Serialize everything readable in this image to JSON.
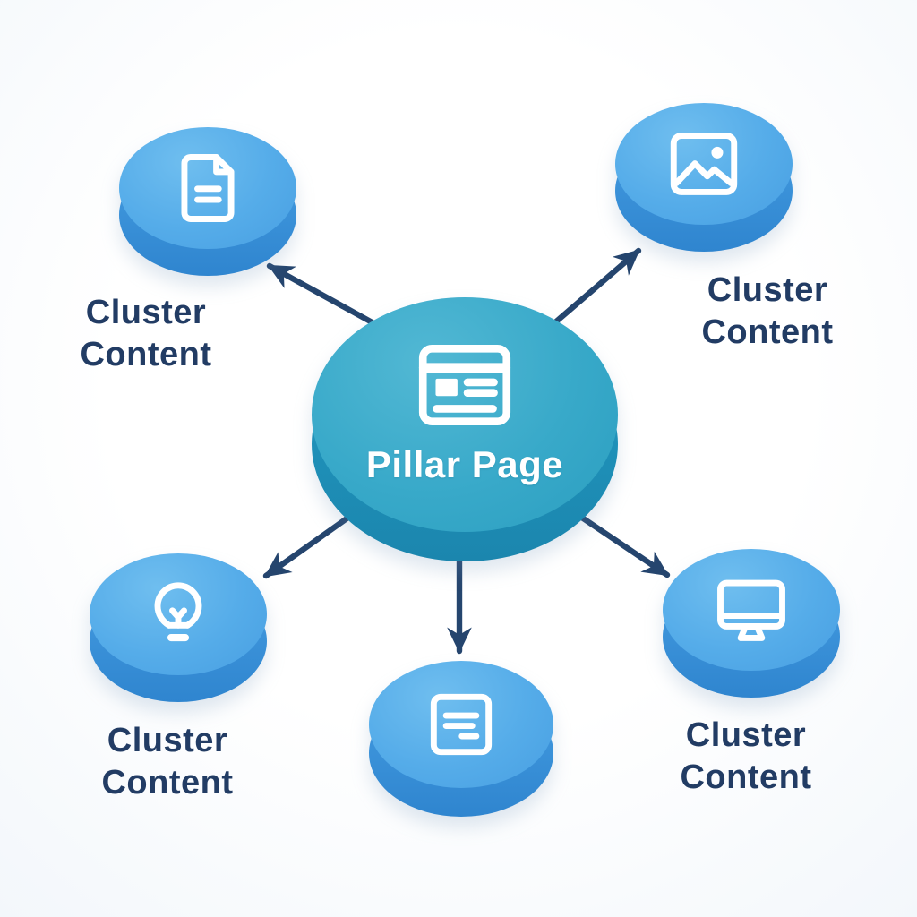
{
  "diagram": {
    "type": "hub-and-spoke",
    "center": {
      "id": "pillar-page",
      "label": "Pillar Page",
      "icon": "browser-window-icon"
    },
    "clusters": [
      {
        "id": "cluster-top-left",
        "position": "top-left",
        "icon": "document-icon",
        "label_lines": [
          "Cluster",
          "Content"
        ]
      },
      {
        "id": "cluster-top-right",
        "position": "top-right",
        "icon": "image-icon",
        "label_lines": [
          "Cluster",
          "Content"
        ]
      },
      {
        "id": "cluster-bottom-left",
        "position": "bottom-left",
        "icon": "lightbulb-icon",
        "label_lines": [
          "Cluster",
          "Content"
        ]
      },
      {
        "id": "cluster-bottom-right",
        "position": "bottom-right",
        "icon": "monitor-icon",
        "label_lines": [
          "Cluster",
          "Content"
        ]
      },
      {
        "id": "cluster-bottom-center",
        "position": "bottom-center",
        "icon": "text-card-icon",
        "label_lines": []
      }
    ],
    "edges": [
      {
        "from": "pillar-page",
        "to": "cluster-top-left"
      },
      {
        "from": "pillar-page",
        "to": "cluster-top-right"
      },
      {
        "from": "pillar-page",
        "to": "cluster-bottom-left"
      },
      {
        "from": "pillar-page",
        "to": "cluster-bottom-right"
      },
      {
        "from": "pillar-page",
        "to": "cluster-bottom-center"
      }
    ]
  },
  "colors": {
    "background": "#f3f7fb",
    "pillar_top": "#38a9c9",
    "pillar_side": "#1f90b8",
    "pillar_side_light": "#2ba2c5",
    "cluster_top": "#55ace9",
    "cluster_side": "#3b92d9",
    "cluster_side_light": "#4a9ee2",
    "label_text": "#223c64",
    "arrow": "#25456e",
    "icon_stroke": "#ffffff"
  }
}
